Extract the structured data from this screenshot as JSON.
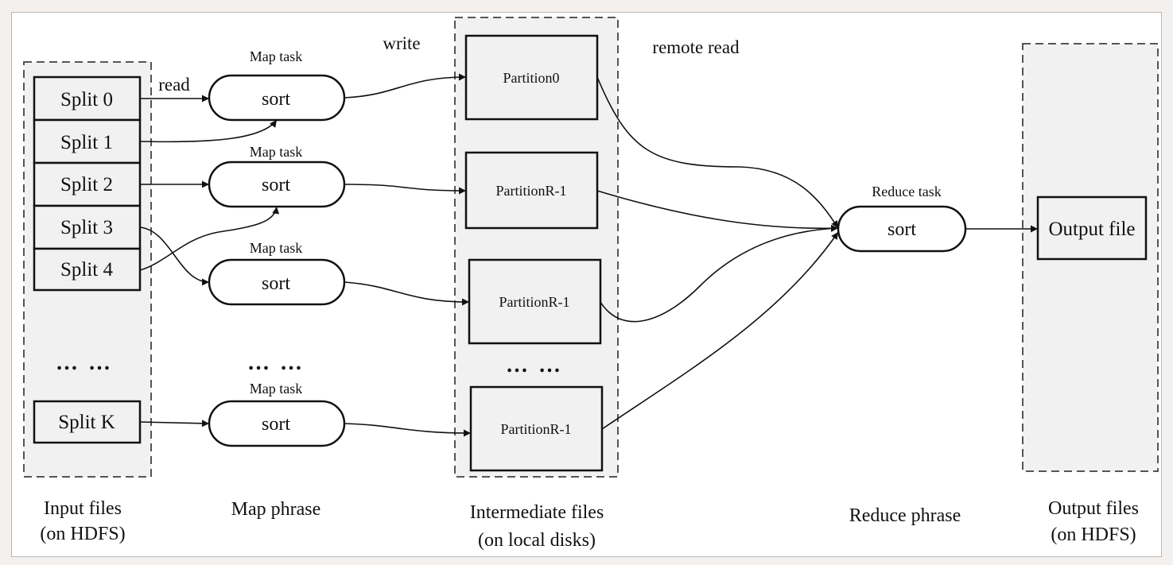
{
  "labels": {
    "read": "read",
    "write": "write",
    "remote_read": "remote read",
    "ellipsis": "… …"
  },
  "splits": [
    "Split 0",
    "Split 1",
    "Split 2",
    "Split 3",
    "Split 4",
    "Split K"
  ],
  "map_tasks": [
    {
      "label": "Map task",
      "op": "sort"
    },
    {
      "label": "Map task",
      "op": "sort"
    },
    {
      "label": "Map task",
      "op": "sort"
    },
    {
      "label": "Map task",
      "op": "sort"
    }
  ],
  "partitions": [
    "Partition0",
    "PartitionR-1",
    "PartitionR-1",
    "PartitionR-1"
  ],
  "reduce_task": {
    "label": "Reduce task",
    "op": "sort"
  },
  "output": {
    "file": "Output file"
  },
  "captions": {
    "input": [
      "Input files",
      "(on HDFS)"
    ],
    "map": "Map phrase",
    "intermediate": [
      "Intermediate files",
      "(on local disks)"
    ],
    "reduce": "Reduce phrase",
    "output": [
      "Output files",
      "(on HDFS)"
    ]
  }
}
